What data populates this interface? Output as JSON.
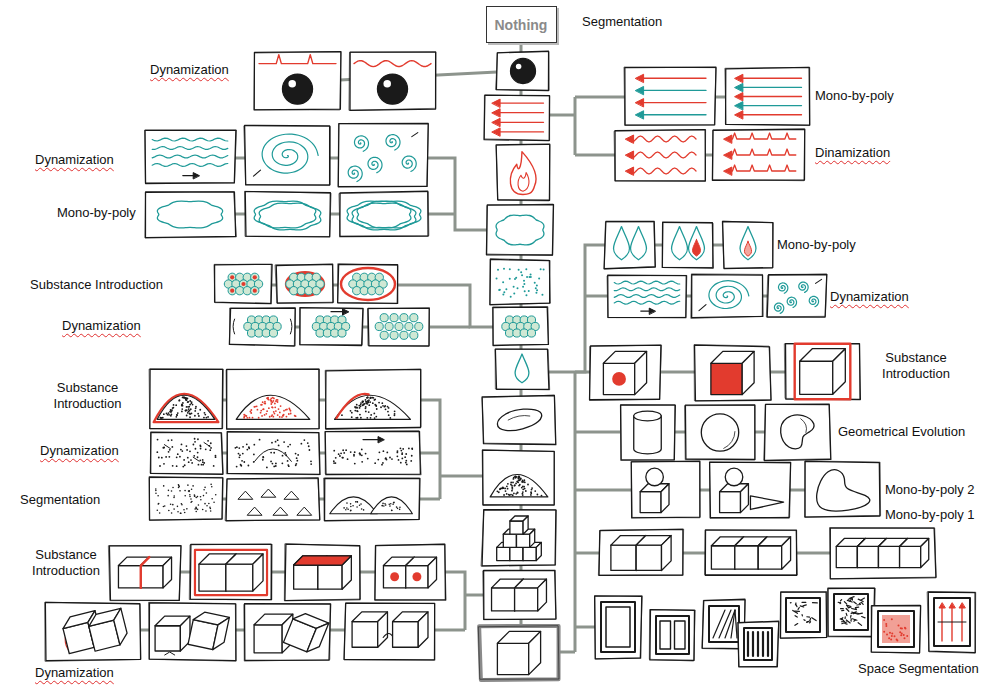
{
  "diagram": {
    "nodes": [
      {
        "text": [
          "Nothing"
        ]
      }
    ],
    "labels": [
      "Segmentation",
      "Dynamization",
      "Mono-by-poly",
      "Dinamization",
      "Dynamization",
      "Mono-by-poly",
      "Mono-by-poly",
      "Substance Introduction",
      "Dynamization",
      "Dynamization",
      "Substance Introduction",
      "Substance Introduction",
      "Geometrical Evolution",
      "Dynamization",
      "Mono-by-poly 2",
      "Segmentation",
      "Mono-by-poly 1",
      "Substance Introduction",
      "Space Segmentation",
      "Dynamization"
    ]
  }
}
